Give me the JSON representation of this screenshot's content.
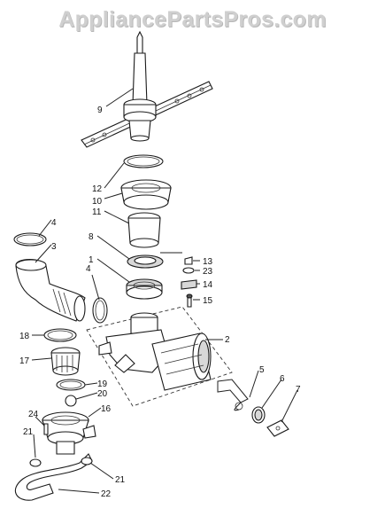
{
  "watermark": "AppliancePartsPros.com",
  "callouts": [
    {
      "id": "9",
      "text": "9"
    },
    {
      "id": "12",
      "text": "12"
    },
    {
      "id": "10",
      "text": "10"
    },
    {
      "id": "11",
      "text": "11"
    },
    {
      "id": "4a",
      "text": "4"
    },
    {
      "id": "8",
      "text": "8"
    },
    {
      "id": "3",
      "text": "3"
    },
    {
      "id": "1",
      "text": "1"
    },
    {
      "id": "4b",
      "text": "4"
    },
    {
      "id": "13",
      "text": "13"
    },
    {
      "id": "23",
      "text": "23"
    },
    {
      "id": "14",
      "text": "14"
    },
    {
      "id": "15",
      "text": "15"
    },
    {
      "id": "2",
      "text": "2"
    },
    {
      "id": "18",
      "text": "18"
    },
    {
      "id": "17",
      "text": "17"
    },
    {
      "id": "19",
      "text": "19"
    },
    {
      "id": "20",
      "text": "20"
    },
    {
      "id": "16",
      "text": "16"
    },
    {
      "id": "24",
      "text": "24"
    },
    {
      "id": "21a",
      "text": "21"
    },
    {
      "id": "5",
      "text": "5"
    },
    {
      "id": "6",
      "text": "6"
    },
    {
      "id": "7",
      "text": "7"
    },
    {
      "id": "21b",
      "text": "21"
    },
    {
      "id": "22",
      "text": "22"
    }
  ]
}
